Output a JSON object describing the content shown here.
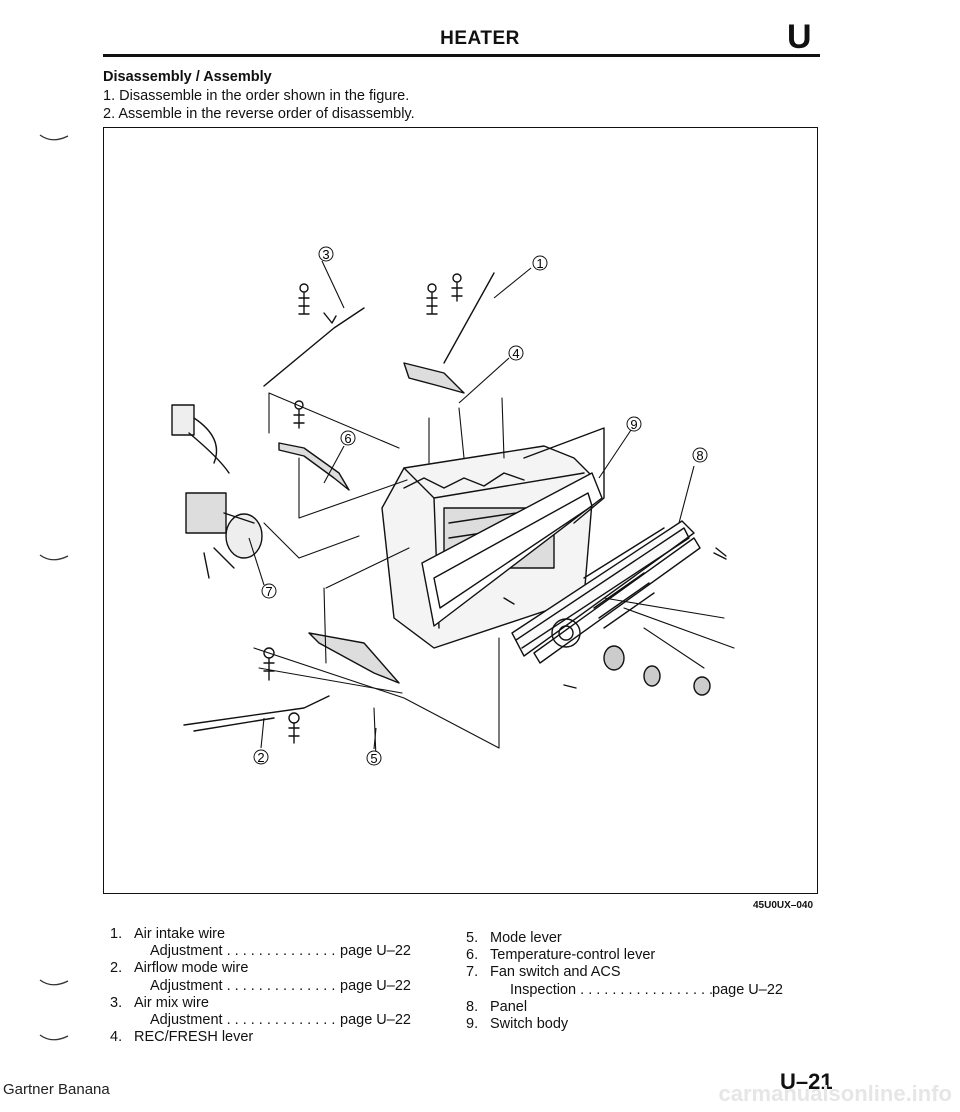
{
  "header": {
    "title": "HEATER",
    "section_letter": "U"
  },
  "section": {
    "title": "Disassembly / Assembly",
    "steps": [
      "1. Disassemble in the order shown in the figure.",
      "2. Assemble in the reverse order of disassembly."
    ]
  },
  "figure": {
    "code": "45U0UX–040",
    "callouts": [
      "1",
      "2",
      "3",
      "4",
      "5",
      "6",
      "7",
      "8",
      "9"
    ]
  },
  "parts_left": {
    "p1": {
      "num": "1.",
      "name": "Air intake wire",
      "sub": "Adjustment",
      "ref": "page U–22"
    },
    "p2": {
      "num": "2.",
      "name": "Airflow mode wire",
      "sub": "Adjustment",
      "ref": "page U–22"
    },
    "p3": {
      "num": "3.",
      "name": "Air mix wire",
      "sub": "Adjustment",
      "ref": "page U–22"
    },
    "p4": {
      "num": "4.",
      "name": "REC/FRESH lever"
    }
  },
  "parts_right": {
    "p5": {
      "num": "5.",
      "name": "Mode lever"
    },
    "p6": {
      "num": "6.",
      "name": "Temperature-control lever"
    },
    "p7": {
      "num": "7.",
      "name": "Fan switch and ACS",
      "sub": "Inspection",
      "ref": "page U–22"
    },
    "p8": {
      "num": "8.",
      "name": "Panel"
    },
    "p9": {
      "num": "9.",
      "name": "Switch body"
    }
  },
  "footer": {
    "note": "Gartner Banana",
    "page_number": "U–21",
    "watermark": "carmanualsonline.info"
  }
}
